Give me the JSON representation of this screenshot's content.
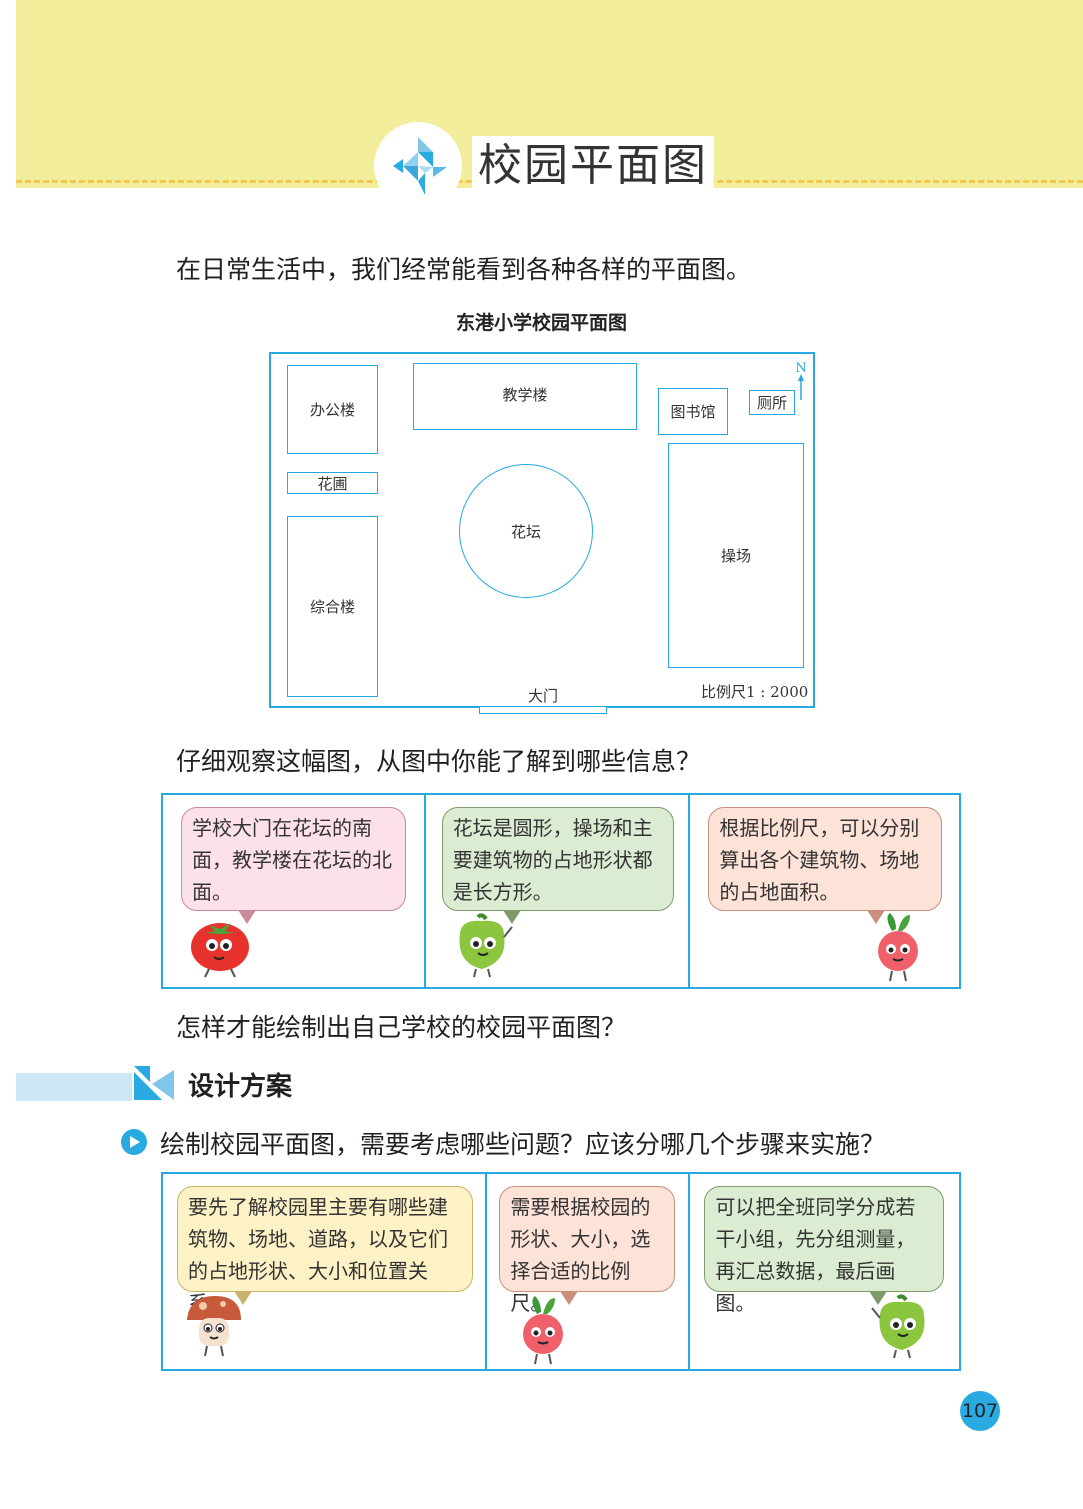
{
  "header": {
    "title": "校园平面图"
  },
  "intro": "在日常生活中，我们经常能看到各种各样的平面图。",
  "map": {
    "title": "东港小学校园平面图",
    "buildings": {
      "office": "办公楼",
      "teaching": "教学楼",
      "library": "图书馆",
      "toilet": "厕所",
      "garden": "花圃",
      "flowerbed": "花坛",
      "playground": "操场",
      "complex": "综合楼"
    },
    "gate": "大门",
    "scale": "比例尺1 : 2000",
    "north": "N"
  },
  "question1": "仔细观察这幅图，从图中你能了解到哪些信息？",
  "bubbles1": [
    {
      "text": "学校大门在花坛的南面，教学楼在花坛的北面。",
      "character": "tomato"
    },
    {
      "text": "花坛是圆形，操场和主要建筑物的占地形状都是长方形。",
      "character": "pepper"
    },
    {
      "text": "根据比例尺，可以分别算出各个建筑物、场地的占地面积。",
      "character": "radish"
    }
  ],
  "question2": "怎样才能绘制出自己学校的校园平面图？",
  "section": {
    "title": "设计方案"
  },
  "question3": "绘制校园平面图，需要考虑哪些问题？应该分哪几个步骤来实施？",
  "bubbles2": [
    {
      "text": "要先了解校园里主要有哪些建筑物、场地、道路，以及它们的占地形状、大小和位置关系。",
      "character": "mushroom"
    },
    {
      "text": "需要根据校园的形状、大小，选择合适的比例尺。",
      "character": "radish"
    },
    {
      "text": "可以把全班同学分成若干小组，先分组测量，再汇总数据，最后画图。",
      "character": "pepper"
    }
  ],
  "page_number": "107",
  "colors": {
    "header": "#f3ee9b",
    "accent": "#26a9e0",
    "pink_bubble": "#fde1ea",
    "green_bubble": "#dcecd2",
    "orange_bubble": "#fde2d8",
    "yellow_bubble": "#fdf2c6"
  }
}
